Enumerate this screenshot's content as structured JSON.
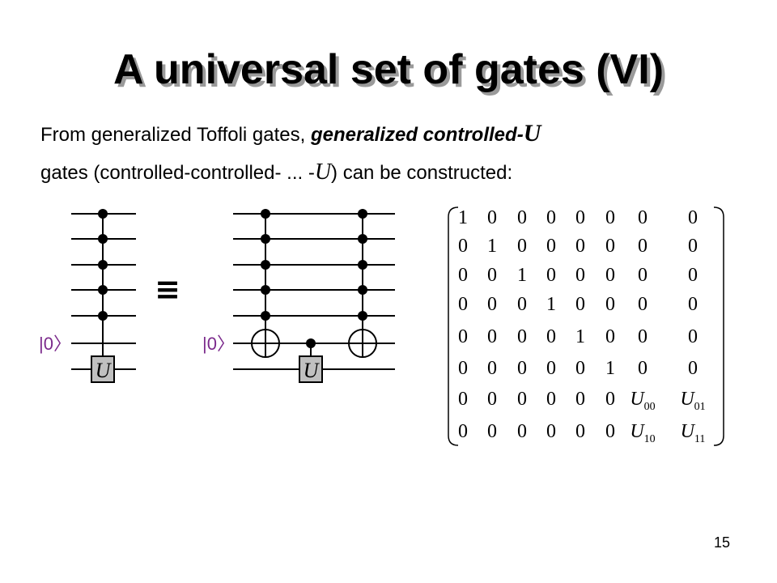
{
  "slide": {
    "title": "A universal set of gates (VI)",
    "line1_prefix": "From generalized  Toffoli gates, ",
    "line1_emph": "generalized controlled-",
    "line1_var": "U",
    "line2_prefix": "gates (controlled-controlled-  ... -",
    "line2_var": "U",
    "line2_suffix": ") can be constructed:",
    "page_number": "15"
  },
  "circuit": {
    "ancilla_label": "|0〉",
    "gate_label": "U",
    "equiv_symbol": "≡",
    "colors": {
      "ket": "#7b2a8c",
      "gate_fill": "#c0c0c0"
    }
  },
  "matrix": {
    "rows": [
      [
        "1",
        "0",
        "0",
        "0",
        "0",
        "0",
        "0",
        "0"
      ],
      [
        "0",
        "1",
        "0",
        "0",
        "0",
        "0",
        "0",
        "0"
      ],
      [
        "0",
        "0",
        "1",
        "0",
        "0",
        "0",
        "0",
        "0"
      ],
      [
        "0",
        "0",
        "0",
        "1",
        "0",
        "0",
        "0",
        "0"
      ],
      [
        "0",
        "0",
        "0",
        "0",
        "1",
        "0",
        "0",
        "0"
      ],
      [
        "0",
        "0",
        "0",
        "0",
        "0",
        "1",
        "0",
        "0"
      ],
      [
        "0",
        "0",
        "0",
        "0",
        "0",
        "0",
        "U|00",
        "U|01"
      ],
      [
        "0",
        "0",
        "0",
        "0",
        "0",
        "0",
        "U|10",
        "U|11"
      ]
    ]
  }
}
